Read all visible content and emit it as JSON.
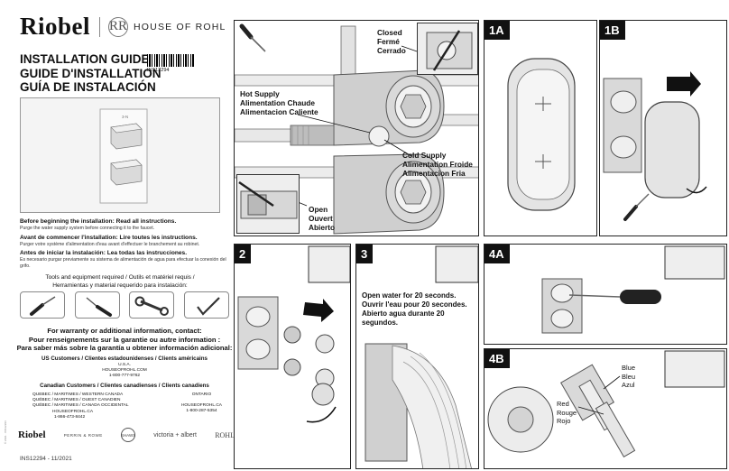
{
  "brand": {
    "riobel": "Riobel",
    "rohl_mark": "RR",
    "house_of_rohl": "HOUSE OF ROHL"
  },
  "titles": {
    "en": "INSTALLATION GUIDE",
    "fr": "GUIDE D'INSTALLATION",
    "es": "GUÍA DE INSTALACIÓN",
    "doc_code": "INS12294"
  },
  "product_label": "3-N",
  "pre_install": {
    "en_head": "Before beginning the installation: Read all instructions.",
    "en_sub": "Purge the water supply system before connecting it to the faucet.",
    "fr_head": "Avant de commencer l'installation: Lire toutes les instructions.",
    "fr_sub": "Purger votre système d'alimentation d'eau avant d'effectuer le branchement au robinet.",
    "es_head": "Antes de iniciar la instalación: Lea todas las instrucciones.",
    "es_sub": "Es necesario purgar previamente su sistema de alimentación de agua para efectuar la conexión del grifo."
  },
  "tools": {
    "title_line1": "Tools and equipment required / Outils et matériel requis /",
    "title_line2": "Herramientas y material requerido para instalación:",
    "items": [
      "screwdriver-flat-icon",
      "screwdriver-phillips-icon",
      "wrench-icon",
      "hex-key-icon"
    ]
  },
  "warranty": {
    "en": "For warranty or additional information, contact:",
    "fr": "Pour renseignements sur la garantie ou autre information :",
    "es": "Para saber más sobre la garantía u obtener información adicional:"
  },
  "us": {
    "heading": "US Customers / Clientes estadounidenses / Clients américains",
    "country": "U.S.A.",
    "site": "HOUSEOFROHL.COM",
    "phone": "1-800-777-9762"
  },
  "canada": {
    "heading": "Canadian Customers / Clientes canadienses / Clients canadiens",
    "col1": [
      "QUEBEC / MARITIMES / WESTERN CANADA",
      "QUÉBEC / MARITIMES / OUEST CANADIEN",
      "QUÉBEC / MARITIMES / CANADA OCCIDENTAL",
      "HOUSEOFROHL.CA",
      "1-866-473-8442"
    ],
    "col2": [
      "ONTARIO",
      "HOUSEOFROHL.CA",
      "1-800-287-5354"
    ]
  },
  "logos": {
    "riobel": "Riobel",
    "perrin": "PERRIN & ROWE",
    "shaws": "SHAWS",
    "victoria": "victoria + albert",
    "rohl": "ROHL"
  },
  "doc_number": "INS12294 - 11/2021",
  "legal_tiny": "© 2021 · INS12294",
  "main_diagram": {
    "closed": [
      "Closed",
      "Fermé",
      "Cerrado"
    ],
    "hot": [
      "Hot Supply",
      "Alimentation Chaude",
      "Alimentacion Caliente"
    ],
    "cold": [
      "Cold Supply",
      "Alimentation Froide",
      "Alimentacion Fria"
    ],
    "open": [
      "Open",
      "Ouvert",
      "Abierto"
    ]
  },
  "steps": {
    "s1a": "1A",
    "s1b": "1B",
    "s2": "2",
    "s3": "3",
    "s4a": "4A",
    "s4b": "4B"
  },
  "step3_text": [
    "Open water for 20 seconds.",
    "Ouvrir l'eau pour 20 secondes.",
    "Abierto agua durante 20 segundos."
  ],
  "step4b": {
    "blue": [
      "Blue",
      "Bleu",
      "Azul"
    ],
    "red": [
      "Red",
      "Rouge",
      "Rojo"
    ]
  },
  "colors": {
    "panel_border": "#222222",
    "metal_light": "#e6e6e6",
    "metal_mid": "#b8b8b8",
    "metal_dark": "#6e6e6e",
    "arrow": "#111111"
  }
}
